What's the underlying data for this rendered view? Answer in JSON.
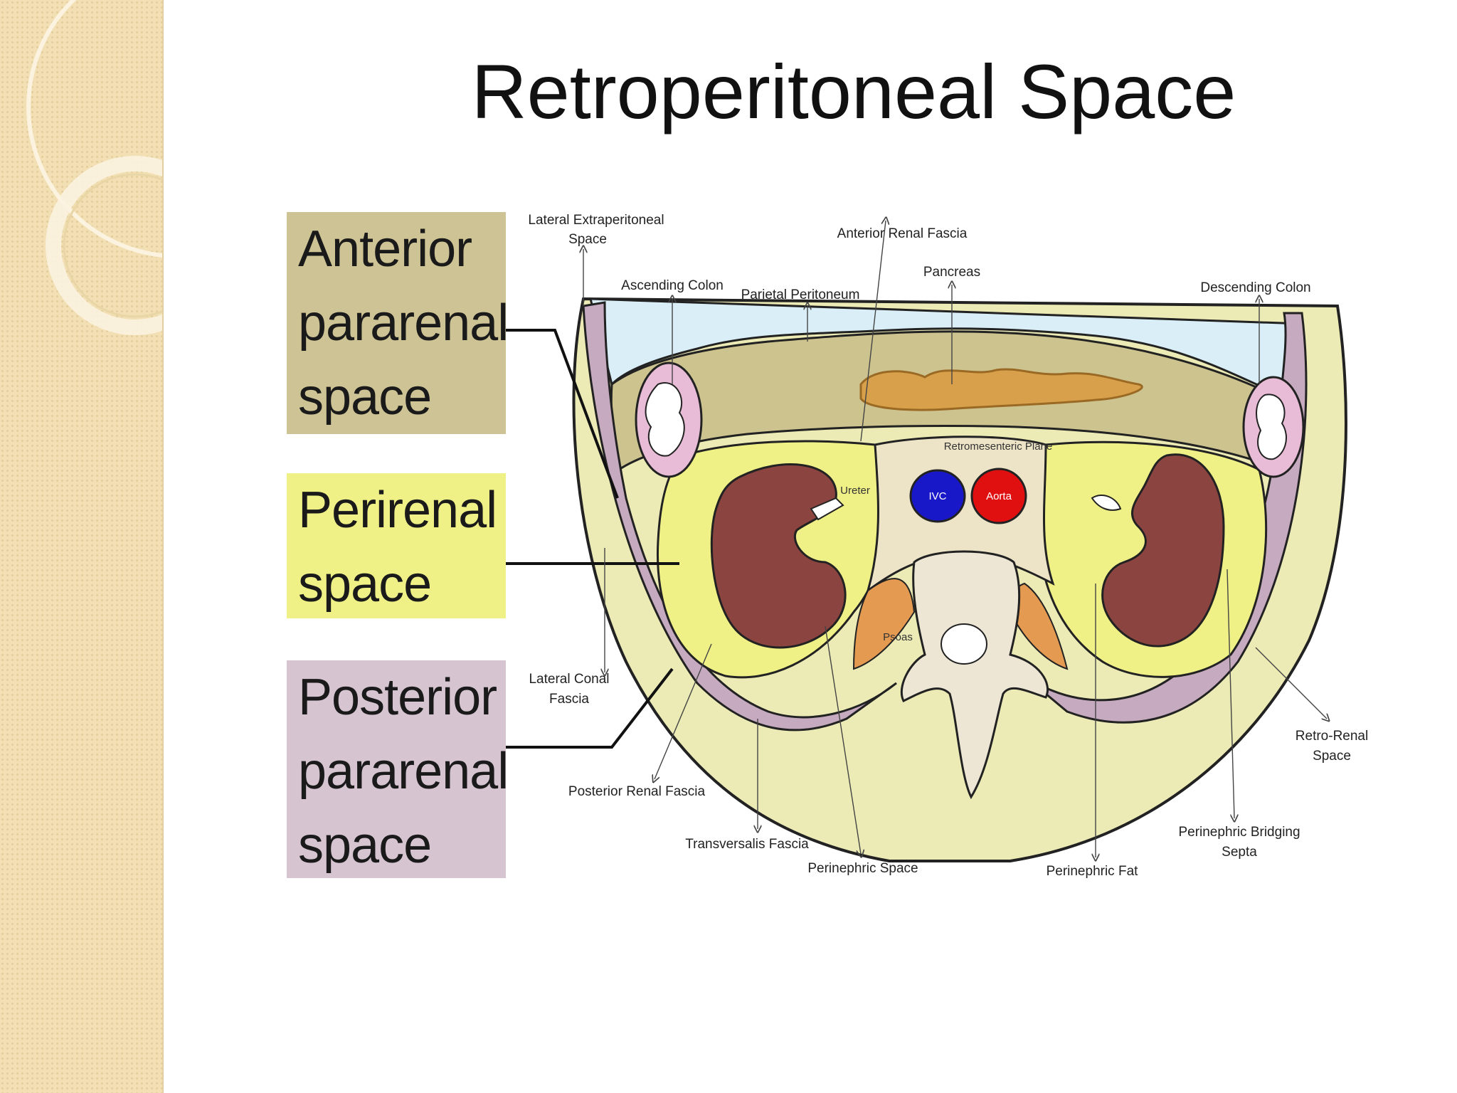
{
  "slide": {
    "title": "Retroperitoneal Space"
  },
  "legend": {
    "anterior": [
      "Anterior",
      "pararenal",
      "space"
    ],
    "perirenal": [
      "Perirenal",
      "space"
    ],
    "posterior": [
      "Posterior",
      "pararenal",
      "space"
    ]
  },
  "labels": {
    "lateral_extraperitoneal_1": "Lateral Extraperitoneal",
    "lateral_extraperitoneal_2": "Space",
    "anterior_renal_fascia": "Anterior Renal Fascia",
    "pancreas": "Pancreas",
    "ascending_colon": "Ascending Colon",
    "parietal_peritoneum": "Parietal Peritoneum",
    "descending_colon": "Descending Colon",
    "retromesenteric_plane": "Retromesenteric Plane",
    "ureter": "Ureter",
    "ivc": "IVC",
    "aorta": "Aorta",
    "psoas": "Psoas",
    "lateral_conal_fascia_1": "Lateral Conal",
    "lateral_conal_fascia_2": "Fascia",
    "posterior_renal_fascia": "Posterior Renal Fascia",
    "transversalis_fascia": "Transversalis Fascia",
    "perinephric_space": "Perinephric Space",
    "perinephric_fat": "Perinephric Fat",
    "perinephric_bridging_septa_1": "Perinephric Bridging",
    "perinephric_bridging_septa_2": "Septa",
    "retro_renal_space_1": "Retro-Renal",
    "retro_renal_space_2": "Space"
  },
  "colors": {
    "anterior_pararenal": "#cdc394",
    "perirenal": "#eff086",
    "posterior_pararenal": "#d6c4d0",
    "kidney": "#8b4440",
    "pancreas": "#d8a04a",
    "ivc": "#1818c8",
    "aorta": "#e01010",
    "sidebar": "#f2e0b4"
  }
}
